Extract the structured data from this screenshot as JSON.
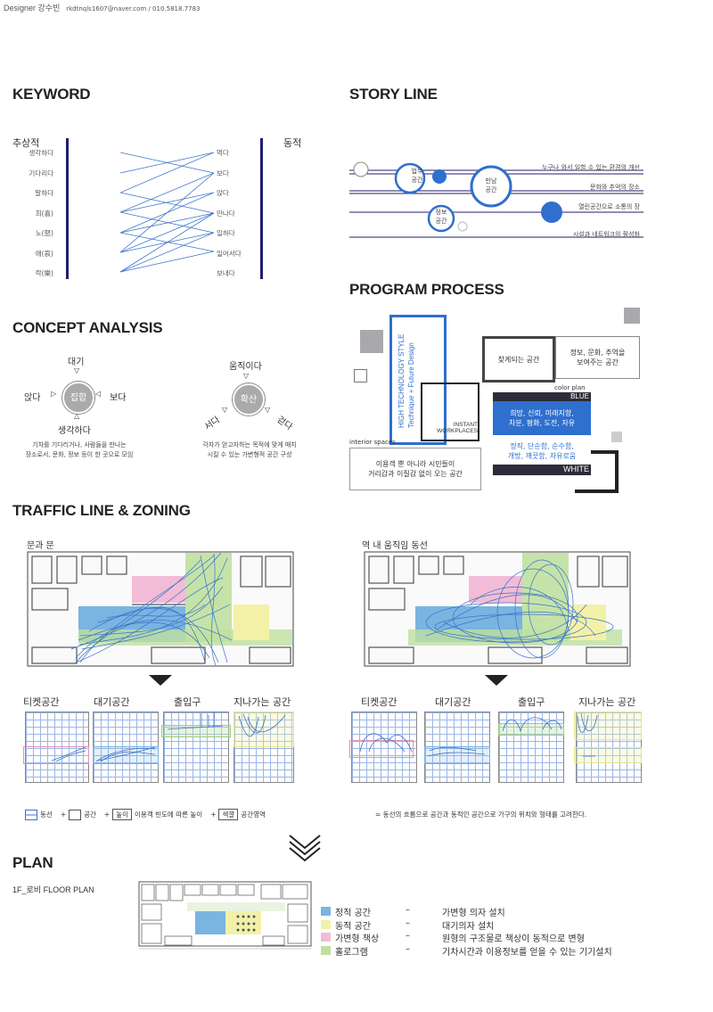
{
  "header": {
    "designer": "Designer 강수빈",
    "contact": "rkdtnqls1607@naver.com / 010.5818.7783"
  },
  "keyword": {
    "title": "KEYWORD",
    "left_label": "추상적",
    "right_label": "동적",
    "left_words": [
      "생각하다",
      "기다리다",
      "말하다",
      "희(喜)",
      "노(怒)",
      "애(哀)",
      "락(樂)"
    ],
    "right_words": [
      "먹다",
      "보다",
      "앉다",
      "만나다",
      "일하다",
      "일어서다",
      "보내다"
    ]
  },
  "story": {
    "title": "STORY LINE",
    "circles": [
      "업무\n공간",
      "만남\n공간",
      "정보\n공간"
    ],
    "lines": [
      "누구나 와서 일할 수 있는 환경의 개선",
      "문화와 추억의 장소",
      "열린공간으로 소통의 장",
      "시설과 네트워크의 활성화"
    ]
  },
  "concept": {
    "title": "CONCEPT ANALYSIS",
    "d1": {
      "top": "대기",
      "left": "앉다",
      "center": "집합",
      "right": "보다",
      "bottom": "생각하다",
      "caption1": "기차를 기다리거나, 사람들을 만나는",
      "caption2": "장소로서, 문화, 정보 등이 한 곳으로 모임"
    },
    "d2": {
      "top": "움직이다",
      "center": "확산",
      "left": "서다",
      "right": "걷다",
      "caption1": "각자가 얻고자하는 목적에 맞게 매치",
      "caption2": "시킬 수 있는 가변형적 공간 구성"
    }
  },
  "program": {
    "title": "PROGRAM PROCESS",
    "vertical1": "HIGH TECHNOLOGY STYLE",
    "vertical2": "Technique + Future Design",
    "instant": "INSTANT\nWORKPLACES",
    "found": "찾게되는 공간",
    "info": "정보, 문화, 추억을\n보여주는 공간",
    "color_plan": "color plan",
    "blue": "BLUE",
    "blue_text": "희망, 신뢰, 미래지향,\n차분, 평화, 도전, 자유",
    "white_text": "정직, 단순함, 순수함,\n개방, 깨끗함, 자유로움",
    "white": "WHITE",
    "interior": "interior spaces",
    "interior_text": "이용객 뿐 아니라 시민들이\n거리감과 이질감 없이 오는 공간"
  },
  "traffic": {
    "title": "TRAFFIC LINE & ZONING",
    "left_sub": "문과 문",
    "right_sub": "역 내 움직임 동선",
    "zones": [
      "티켓공간",
      "대기공간",
      "출입구",
      "지나가는 공간"
    ],
    "legend": {
      "a": "동선",
      "b": "공간",
      "c": "높이",
      "c2": "이용객 빈도에 따른 높이",
      "d": "색깔",
      "d2": "공간영역"
    },
    "note": "=  동선의 흐름으로 공간과 동적인 공간으로 가구의 위치와 형태를 고려한다."
  },
  "plan": {
    "title": "PLAN",
    "sub": "1F_로비 FLOOR PLAN",
    "items": [
      {
        "label": "정적 공간",
        "dash": "–",
        "desc": "가변형 의자 설치",
        "color": "#7ab4e0"
      },
      {
        "label": "동적 공간",
        "dash": "–",
        "desc": "대기의자 설치",
        "color": "#f3f1a8"
      },
      {
        "label": "가변형 책상",
        "dash": "–",
        "desc": "원형의 구조물로 책상이 동적으로 변형",
        "color": "#f2bcd6"
      },
      {
        "label": "홀로그램",
        "dash": "–",
        "desc": "기차시간과 이용정보를 얻을 수 있는 기기설치",
        "color": "#bfe0a0"
      }
    ]
  },
  "colors": {
    "blue": "#2f6fce",
    "navy": "#1f1f6b",
    "line": "#3b73c9"
  }
}
